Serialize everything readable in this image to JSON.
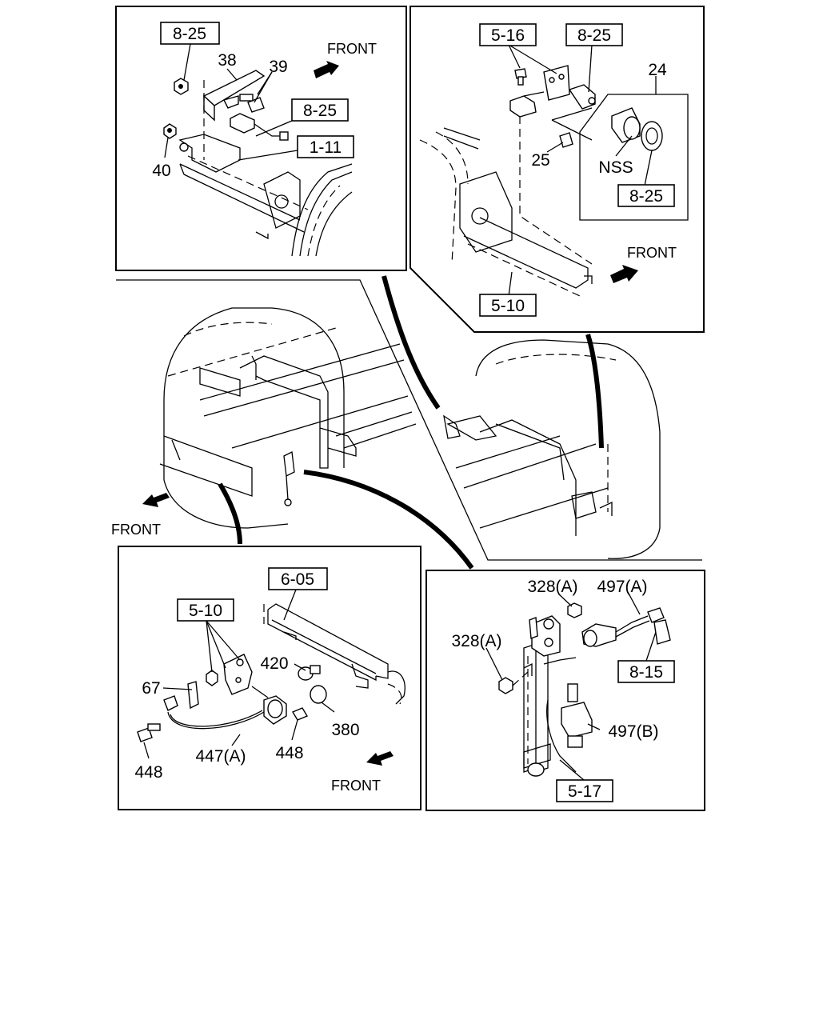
{
  "panels": {
    "top_left": {
      "refs": [
        "8-25",
        "8-25",
        "1-11"
      ],
      "parts": [
        "38",
        "39",
        "40"
      ],
      "direction": "FRONT"
    },
    "top_right": {
      "refs": [
        "5-16",
        "8-25",
        "8-25",
        "5-10"
      ],
      "parts": [
        "24",
        "25",
        "NSS"
      ],
      "direction": "FRONT"
    },
    "middle": {
      "direction": "FRONT"
    },
    "bottom_left": {
      "refs": [
        "6-05",
        "5-10"
      ],
      "parts": [
        "420",
        "67",
        "380",
        "448",
        "447(A)",
        "448"
      ],
      "direction": "FRONT"
    },
    "bottom_right": {
      "refs": [
        "8-15",
        "5-17"
      ],
      "parts": [
        "328(A)",
        "497(A)",
        "328(A)",
        "497(B)"
      ]
    }
  }
}
